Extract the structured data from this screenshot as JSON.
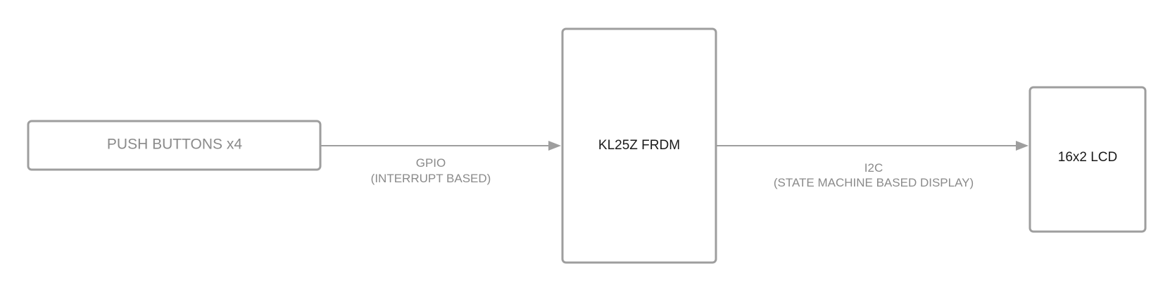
{
  "nodes": {
    "push_buttons": {
      "label": "PUSH BUTTONS x4"
    },
    "mcu": {
      "label": "KL25Z FRDM"
    },
    "lcd": {
      "label": "16x2 LCD"
    }
  },
  "edges": {
    "buttons_to_mcu": {
      "line1": "GPIO",
      "line2": "(INTERRUPT BASED)"
    },
    "mcu_to_lcd": {
      "line1": "I2C",
      "line2": "(STATE MACHINE BASED DISPLAY)"
    }
  },
  "colors": {
    "stroke": "#9e9e9e",
    "dim_text": "#8a8a8a",
    "dark_text": "#1a1a1a"
  }
}
